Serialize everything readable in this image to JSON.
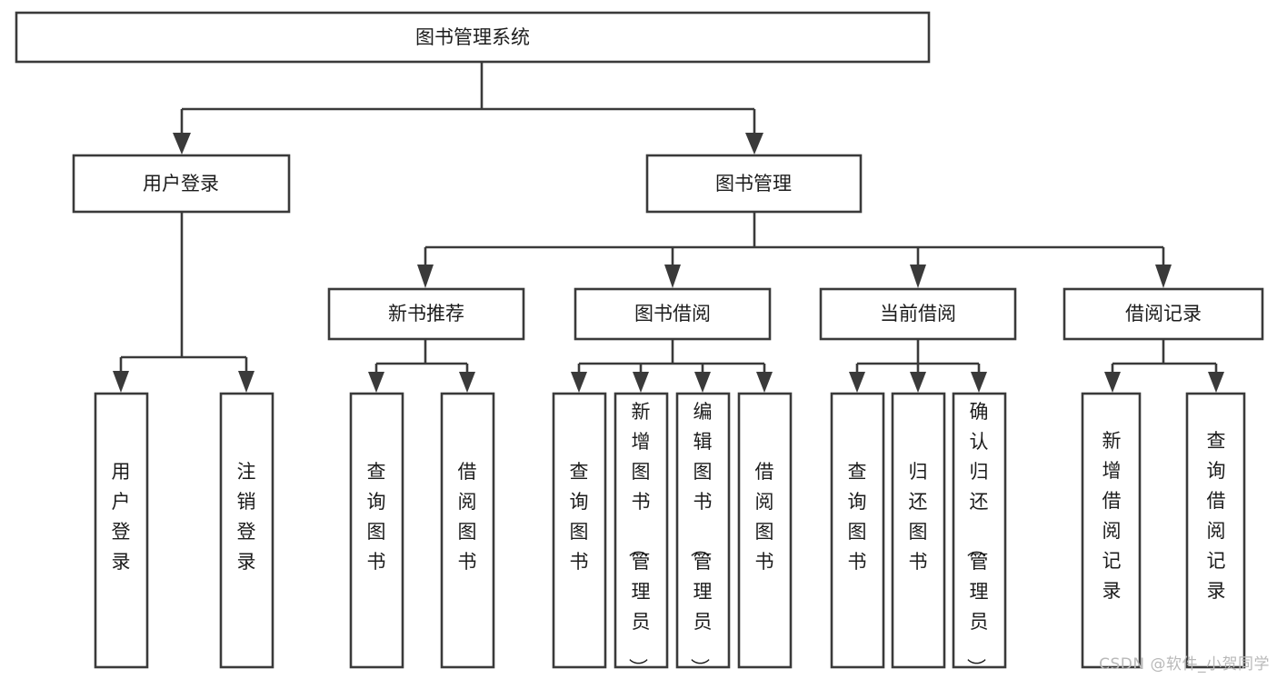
{
  "diagram": {
    "type": "tree-hierarchy",
    "orientation": "top-down",
    "background_color": "#ffffff",
    "line_color": "#3a3a3a",
    "box_fill": "#ffffff",
    "text_color": "#1c1c1c",
    "root": {
      "label": "图书管理系统",
      "id": "root"
    },
    "level2": [
      {
        "id": "user-login",
        "label": "用户登录"
      },
      {
        "id": "book-management",
        "label": "图书管理"
      }
    ],
    "level3": [
      {
        "id": "new-book-recommend",
        "label": "新书推荐",
        "parent": "book-management"
      },
      {
        "id": "book-borrow",
        "label": "图书借阅",
        "parent": "book-management"
      },
      {
        "id": "current-borrow",
        "label": "当前借阅",
        "parent": "book-management"
      },
      {
        "id": "borrow-record",
        "label": "借阅记录",
        "parent": "book-management"
      }
    ],
    "leaves": [
      {
        "id": "leaf-user-login",
        "label": "用户登录",
        "parent": "user-login"
      },
      {
        "id": "leaf-user-logout",
        "label": "注销登录",
        "parent": "user-login"
      },
      {
        "id": "leaf-query-book-1",
        "label": "查询图书",
        "parent": "new-book-recommend"
      },
      {
        "id": "leaf-borrow-book-1",
        "label": "借阅图书",
        "parent": "new-book-recommend"
      },
      {
        "id": "leaf-query-book-2",
        "label": "查询图书",
        "parent": "book-borrow"
      },
      {
        "id": "leaf-add-book",
        "label": "新增图书（管理员）",
        "parent": "book-borrow"
      },
      {
        "id": "leaf-edit-book",
        "label": "编辑图书（管理员）",
        "parent": "book-borrow"
      },
      {
        "id": "leaf-borrow-book-2",
        "label": "借阅图书",
        "parent": "book-borrow"
      },
      {
        "id": "leaf-query-book-3",
        "label": "查询图书",
        "parent": "current-borrow"
      },
      {
        "id": "leaf-return-book",
        "label": "归还图书",
        "parent": "current-borrow"
      },
      {
        "id": "leaf-confirm-return",
        "label": "确认归还（管理员）",
        "parent": "current-borrow"
      },
      {
        "id": "leaf-add-record",
        "label": "新增借阅记录",
        "parent": "borrow-record"
      },
      {
        "id": "leaf-query-record",
        "label": "查询借阅记录",
        "parent": "borrow-record"
      }
    ]
  },
  "watermark": {
    "text": "CSDN @软件_小贺同学"
  }
}
